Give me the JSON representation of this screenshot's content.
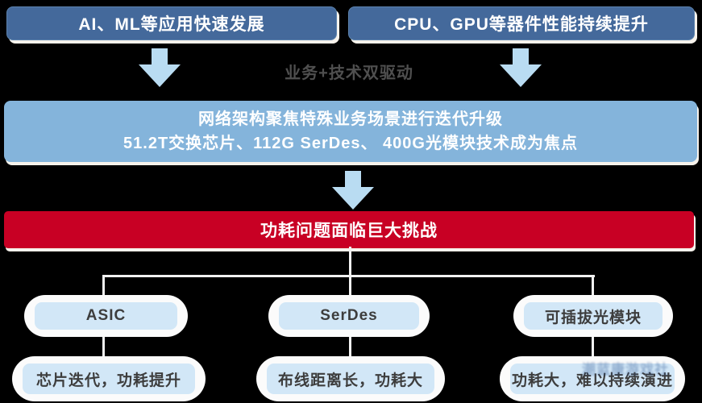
{
  "colors": {
    "background": "#000000",
    "top_box": "#44699b",
    "network_box": "#84b4db",
    "arrow": "#b9dcf2",
    "challenge_box": "#c80024",
    "connector_line": "#f2f2f2",
    "pill_outer": "#fbfbfb",
    "pill_inner": "#d2e7f7",
    "pill_text": "#3d3d3d",
    "drivers_label_text": "#4f4f4f"
  },
  "top_row": {
    "left_box_label": "AI、ML等应用快速发展",
    "right_box_label": "CPU、GPU等器件性能持续提升"
  },
  "drivers_label": "业务+技术双驱动",
  "network_box": {
    "line1": "网络架构聚焦特殊业务场景进行迭代升级",
    "line2": "51.2T交换芯片、112G SerDes、 400G光模块技术成为焦点"
  },
  "challenge_box_label": "功耗问题面临巨大挑战",
  "branches": [
    {
      "category": "ASIC",
      "issue": "芯片迭代，功耗提升"
    },
    {
      "category": "SerDes",
      "issue": "布线距离长，功耗大"
    },
    {
      "category": "可插拔光模块",
      "issue": "功耗大，难以持续演进"
    }
  ],
  "watermark": "潮蓝康游戏社"
}
